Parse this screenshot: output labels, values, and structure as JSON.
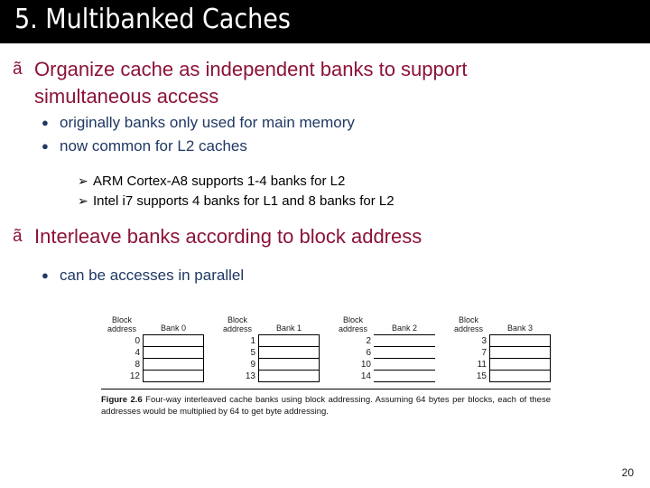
{
  "slide": {
    "title": "5. Multibanked Caches",
    "page_number": "20",
    "colors": {
      "banner_bg": "#000000",
      "title_text": "#ffffff",
      "level1_text": "#8C1338",
      "level2_text": "#1F3864",
      "level3_text": "#000000",
      "background": "#ffffff"
    },
    "bullets": [
      {
        "level": 1,
        "marker": "ã",
        "text": "Organize cache as independent banks to support simultaneous access"
      },
      {
        "level": 2,
        "marker": "●",
        "text": "originally banks only used for main memory"
      },
      {
        "level": 2,
        "marker": "●",
        "text": "now common for L2 caches"
      },
      {
        "level": 3,
        "marker": "➢",
        "text": "ARM Cortex-A8 supports 1-4 banks for L2"
      },
      {
        "level": 3,
        "marker": "➢",
        "text": "Intel i7 supports 4 banks for L1 and 8 banks for L2"
      },
      {
        "level": 1,
        "marker": "ã",
        "text": "Interleave banks according to block address"
      },
      {
        "level": 2,
        "marker": "●",
        "text": "can be accesses in parallel"
      }
    ]
  },
  "figure": {
    "address_header_line1": "Block",
    "address_header_line2": "address",
    "banks": [
      {
        "name": "Bank 0",
        "addresses": [
          "0",
          "4",
          "8",
          "12"
        ],
        "boxed": true
      },
      {
        "name": "Bank 1",
        "addresses": [
          "1",
          "5",
          "9",
          "13"
        ],
        "boxed": true
      },
      {
        "name": "Bank 2",
        "addresses": [
          "2",
          "6",
          "10",
          "14"
        ],
        "boxed": false
      },
      {
        "name": "Bank 3",
        "addresses": [
          "3",
          "7",
          "11",
          "15"
        ],
        "boxed": true
      }
    ],
    "caption_label": "Figure 2.6",
    "caption_text": "Four-way interleaved cache banks using block addressing. Assuming 64 bytes per blocks, each of these addresses would be multiplied by 64 to get byte addressing."
  }
}
